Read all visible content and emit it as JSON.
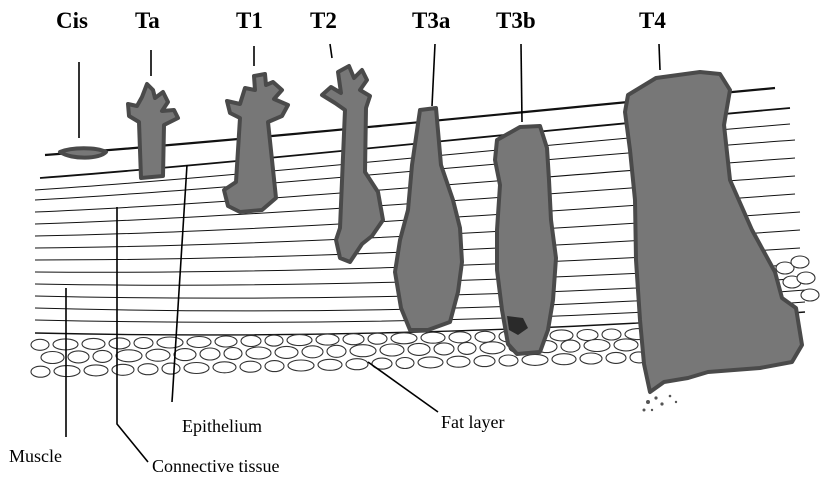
{
  "stages": [
    {
      "id": "cis",
      "label": "Cis"
    },
    {
      "id": "ta",
      "label": "Ta"
    },
    {
      "id": "t1",
      "label": "T1"
    },
    {
      "id": "t2",
      "label": "T2"
    },
    {
      "id": "t3a",
      "label": "T3a"
    },
    {
      "id": "t3b",
      "label": "T3b"
    },
    {
      "id": "t4",
      "label": "T4"
    }
  ],
  "layers": {
    "epithelium": "Epithelium",
    "connective_tissue": "Connective tissue",
    "muscle": "Muscle",
    "fat_layer": "Fat layer"
  },
  "colors": {
    "tumor_fill": "#777777",
    "tumor_border": "#4a4a4a",
    "line": "#000000"
  }
}
